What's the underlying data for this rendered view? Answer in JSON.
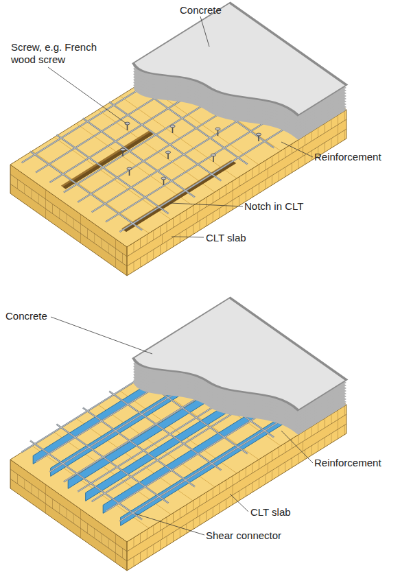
{
  "diagram": {
    "labels": [
      "Concrete",
      "Screw, e.g. French wood screw",
      "Reinforcement",
      "Notch in CLT",
      "CLT slab",
      "Concrete",
      "Reinforcement",
      "CLT slab",
      "Shear connector"
    ]
  }
}
